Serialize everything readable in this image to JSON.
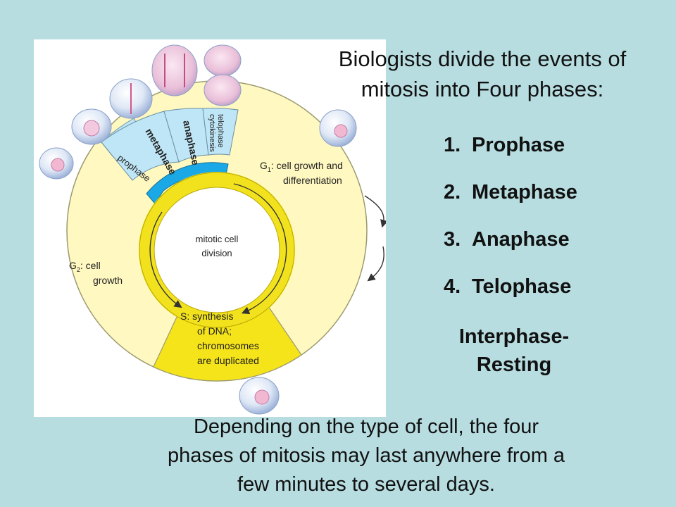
{
  "heading": {
    "line1": "Biologists divide the events of",
    "line2": "mitosis into Four phases:"
  },
  "phases": [
    {
      "num": "1.",
      "label": "Prophase"
    },
    {
      "num": "2.",
      "label": "Metaphase"
    },
    {
      "num": "3.",
      "label": "Anaphase"
    },
    {
      "num": "4.",
      "label": "Telophase"
    }
  ],
  "interphase": {
    "line1": "Interphase-",
    "line2": "Resting"
  },
  "footer": {
    "line1": "Depending on the type of cell, the four",
    "line2": "phases of mitosis may last anywhere from a",
    "line3": "few minutes to several days."
  },
  "diagram": {
    "center_line1": "mitotic cell",
    "center_line2": "division",
    "g1": {
      "letter": "G",
      "sub": "1",
      "line1": ": cell growth and",
      "line2": "differentiation"
    },
    "g2": {
      "letter": "G",
      "sub": "2",
      "line1": ": cell",
      "line2": "growth"
    },
    "s": {
      "line1": "S: synthesis",
      "line2": "of DNA;",
      "line3": "chromosomes",
      "line4": "are duplicated"
    },
    "segments": {
      "prophase": "prophase",
      "metaphase": "metaphase",
      "anaphase": "anaphase",
      "telophase": "telophase",
      "cytokinesis": "cytokinesis"
    }
  },
  "colors": {
    "background": "#b7dde0",
    "interphase_fill": "#fff8c0",
    "s_phase_fill": "#f5e41a",
    "mitosis_band": "#1aa9e6",
    "mitosis_segment": "#bfe6f7",
    "inner_ring": "#f2e21d"
  }
}
